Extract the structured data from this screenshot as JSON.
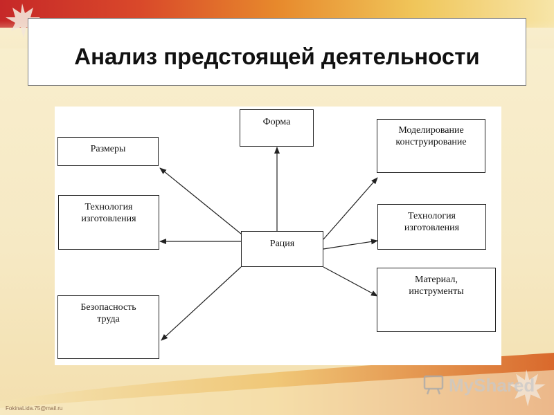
{
  "slide": {
    "title": "Анализ предстоящей деятельности",
    "watermark": "FokinaLida.75@mail.ru",
    "brand": "MyShared"
  },
  "diagram": {
    "center": "Рация",
    "nodes": {
      "forma": "Форма",
      "razmery": "Размеры",
      "tech_left_line1": "Технология",
      "tech_left_line2": "изготовления",
      "bezopasnost_line1": "Безопасность",
      "bezopasnost_line2": "труда",
      "model_line1": "Моделирование",
      "model_line2": "конструирование",
      "tech_right_line1": "Технология",
      "tech_right_line2": "изготовления",
      "material_line1": "Материал,",
      "material_line2": "инструменты"
    }
  },
  "colors": {
    "top_band_start": "#c62828",
    "top_band_end": "#f7e5a8",
    "background": "#f7ecc9",
    "line": "#222222"
  },
  "icons": [
    "maple-leaf-icon",
    "presentation-board-icon"
  ]
}
